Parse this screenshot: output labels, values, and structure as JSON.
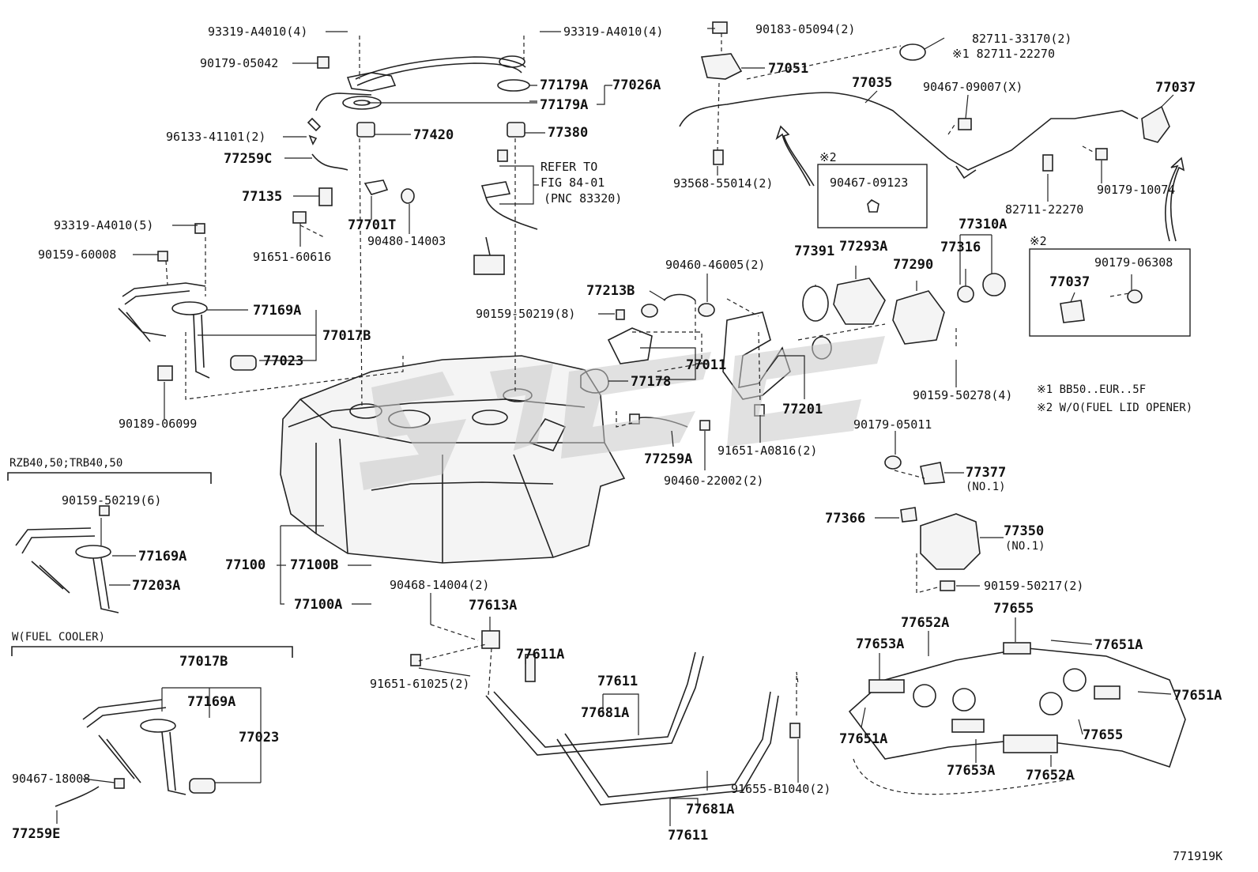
{
  "diagram_id": "771919K",
  "watermark": "",
  "callouts": {
    "c01": "93319-A4010(4)",
    "c02": "93319-A4010(4)",
    "c03": "90179-05042",
    "c04": "77179A",
    "c05": "77026A",
    "c06": "77179A",
    "c07": "96133-41101(2)",
    "c08": "77420",
    "c09": "77380",
    "c10": "77259C",
    "c11": "77135",
    "c12": "77701T",
    "c13": "90480-14003",
    "c14": "91651-60616",
    "c15": "93319-A4010(5)",
    "c16": "90159-60008",
    "c17": "77169A",
    "c18": "77017B",
    "c19": "77023",
    "c20": "90189-06099",
    "c21": "90183-05094(2)",
    "c22": "77051",
    "c23": "77035",
    "c24": "82711-33170(2)",
    "c25": "※1 82711-22270",
    "c26": "90467-09007(X)",
    "c27": "77037",
    "c28": "93568-55014(2)",
    "c29": "90467-09123",
    "c30": "82711-22270",
    "c31": "90179-10074",
    "c32": "90179-06308",
    "c33": "77037",
    "c34": "77391",
    "c35": "77293A",
    "c36": "77310A",
    "c37": "77316",
    "c38": "77290",
    "c39": "90460-46005(2)",
    "c40": "77213B",
    "c41": "90159-50219(8)",
    "c42": "77011",
    "c43": "77178",
    "c44": "77201",
    "c45": "90159-50278(4)",
    "c46": "91651-A0816(2)",
    "c47": "77259A",
    "c48": "90460-22002(2)",
    "c49": "90179-05011",
    "c50": "77377",
    "c51": "(NO.1)",
    "c52": "77366",
    "c53": "77350",
    "c54": "(NO.1)",
    "c55": "90159-50217(2)",
    "c56": "90159-50219(6)",
    "c57": "77169A",
    "c58": "77203A",
    "c59": "77100",
    "c60": "77100B",
    "c61": "77100A",
    "c62": "90468-14004(2)",
    "c63": "77613A",
    "c64": "77611A",
    "c65": "91651-61025(2)",
    "c66": "77611",
    "c67": "77681A",
    "c68": "77681A",
    "c69": "77611",
    "c70": "91655-B1040(2)",
    "c71": "77017B",
    "c72": "77169A",
    "c73": "77023",
    "c74": "90467-18008",
    "c75": "77259E",
    "c76": "77655",
    "c77": "77652A",
    "c78": "77653A",
    "c79": "77651A",
    "c80": "77651A",
    "c81": "77651A",
    "c82": "77655",
    "c83": "77653A",
    "c84": "77652A"
  },
  "refer": {
    "line1": "REFER TO",
    "line2": "FIG 84-01",
    "line3": "(PNC 83320)"
  },
  "notes": {
    "n1": "※1 BB50..EUR..5F",
    "n2": "※2 W/O(FUEL LID OPENER)",
    "mark1": "※2",
    "mark2": "※2"
  },
  "variants": {
    "rzb": "RZB40,50;TRB40,50",
    "cooler": "W(FUEL COOLER)"
  }
}
